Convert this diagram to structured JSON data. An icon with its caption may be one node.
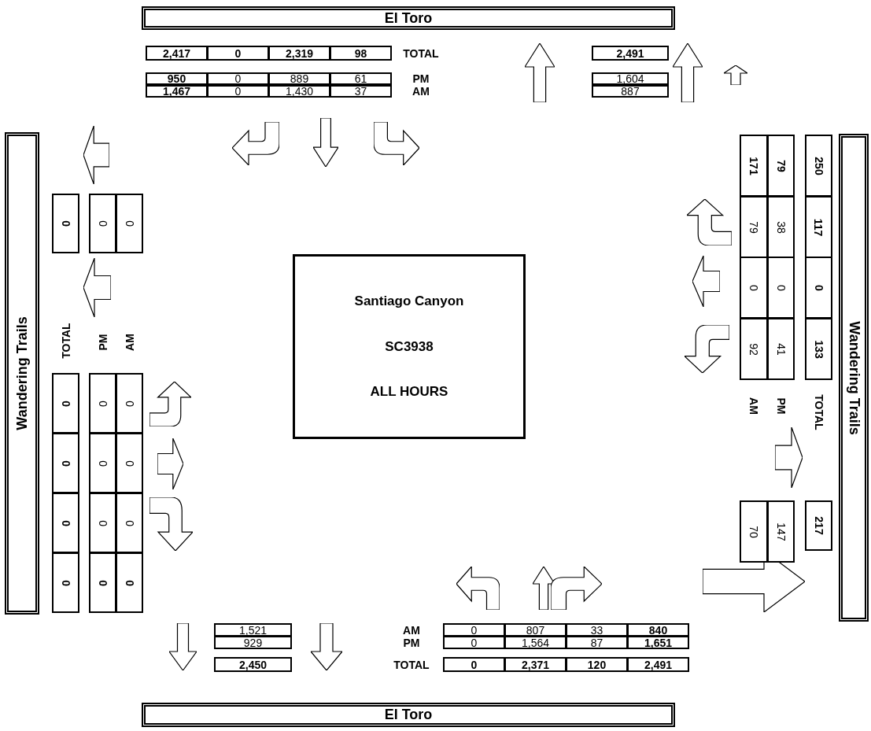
{
  "diagram": {
    "nodes": [
      {
        "text": [
          "El Toro"
        ]
      },
      {
        "text": [
          "Wandering Trails"
        ]
      },
      {
        "text": [
          "Santiago Canyon",
          "SC3938",
          "ALL HOURS"
        ]
      },
      {
        "text": [
          "Wandering Trails"
        ]
      },
      {
        "text": [
          "El Toro"
        ]
      }
    ],
    "labels": [
      "2,417",
      "0",
      "2,319",
      "98",
      "TOTAL",
      "2,491",
      "950",
      "0",
      "889",
      "61",
      "PM",
      "1,604",
      "1,467",
      "0",
      "1,430",
      "37",
      "AM",
      "887",
      "0",
      "0",
      "0",
      "TOTAL",
      "PM",
      "AM",
      "0",
      "0",
      "0",
      "0",
      "0",
      "0",
      "0",
      "0",
      "0",
      "0",
      "0",
      "0",
      "171",
      "79",
      "250",
      "79",
      "38",
      "117",
      "0",
      "0",
      "0",
      "92",
      "41",
      "133",
      "AM",
      "PM",
      "TOTAL",
      "70",
      "147",
      "217",
      "1,521",
      "AM",
      "0",
      "807",
      "33",
      "840",
      "929",
      "PM",
      "0",
      "1,564",
      "87",
      "1,651",
      "2,450",
      "TOTAL",
      "0",
      "2,371",
      "120",
      "2,491"
    ]
  }
}
